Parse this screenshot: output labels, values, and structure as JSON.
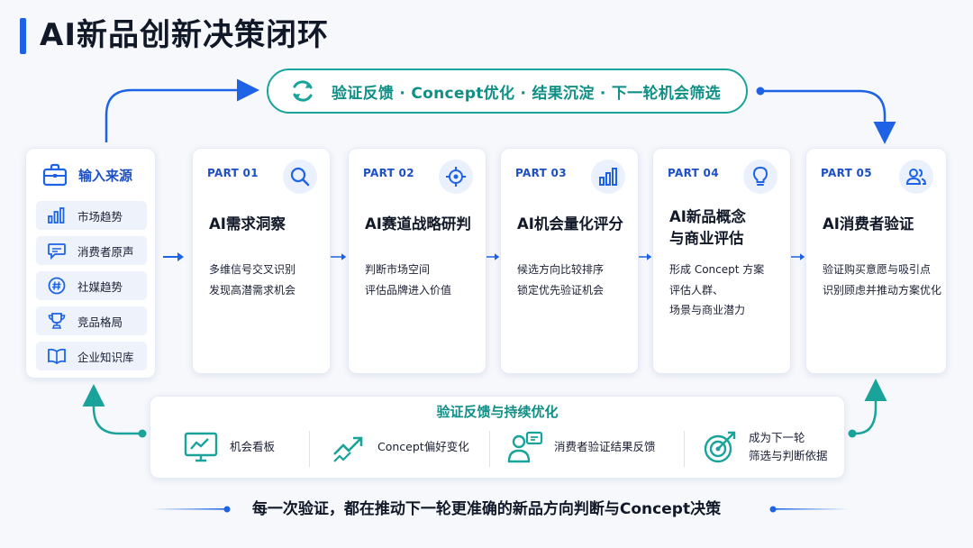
{
  "title": "AI新品创新决策闭环",
  "loop": {
    "text": "验证反馈 · Concept优化 · 结果沉淀 · 下一轮机会筛选",
    "icon": "refresh-icon"
  },
  "sources": {
    "title": "输入来源",
    "title_icon": "briefcase-icon",
    "items": [
      {
        "label": "市场趋势",
        "icon": "bar-chart-icon"
      },
      {
        "label": "消费者原声",
        "icon": "chat-bubble-icon"
      },
      {
        "label": "社媒趋势",
        "icon": "hashtag-icon"
      },
      {
        "label": "竞品格局",
        "icon": "trophy-icon"
      },
      {
        "label": "企业知识库",
        "icon": "book-icon"
      }
    ]
  },
  "parts": [
    {
      "label": "PART 01",
      "icon": "search-icon",
      "title": "AI需求洞察",
      "lines": [
        "多维信号交叉识别",
        "发现高潜需求机会"
      ]
    },
    {
      "label": "PART 02",
      "icon": "target-icon",
      "title": "AI赛道战略研判",
      "lines": [
        "判断市场空间",
        "评估品牌进入价值"
      ]
    },
    {
      "label": "PART 03",
      "icon": "bar-chart-icon",
      "title": "AI机会量化评分",
      "lines": [
        "候选方向比较排序",
        "锁定优先验证机会"
      ]
    },
    {
      "label": "PART 04",
      "icon": "lightbulb-icon",
      "title": "AI新品概念与商业评估",
      "title_lines": [
        "AI新品概念",
        "与商业评估"
      ],
      "lines": [
        "形成 Concept 方案",
        "评估人群、",
        "场景与商业潜力"
      ]
    },
    {
      "label": "PART 05",
      "icon": "users-icon",
      "title": "AI消费者验证",
      "lines": [
        "验证购买意愿与吸引点",
        "识别顾虑并推动方案优化"
      ]
    }
  ],
  "feedback": {
    "title": "验证反馈与持续优化",
    "items": [
      {
        "label": "机会看板",
        "icon": "monitor-chart-icon"
      },
      {
        "label": "Concept偏好变化",
        "icon": "trend-arrow-icon"
      },
      {
        "label": "消费者验证结果反馈",
        "icon": "user-feedback-icon"
      },
      {
        "label": "成为下一轮筛选与判断依据",
        "label_lines": [
          "成为下一轮",
          "筛选与判断依据"
        ],
        "icon": "target-arrow-icon"
      }
    ]
  },
  "footer": "每一次验证，都在推动下一轮更准确的新品方向判断与Concept决策",
  "colors": {
    "blue": "#1e63e6",
    "teal": "#1aa39a",
    "card_bg": "#ffffff",
    "page_bg": "#f6f8fc"
  }
}
